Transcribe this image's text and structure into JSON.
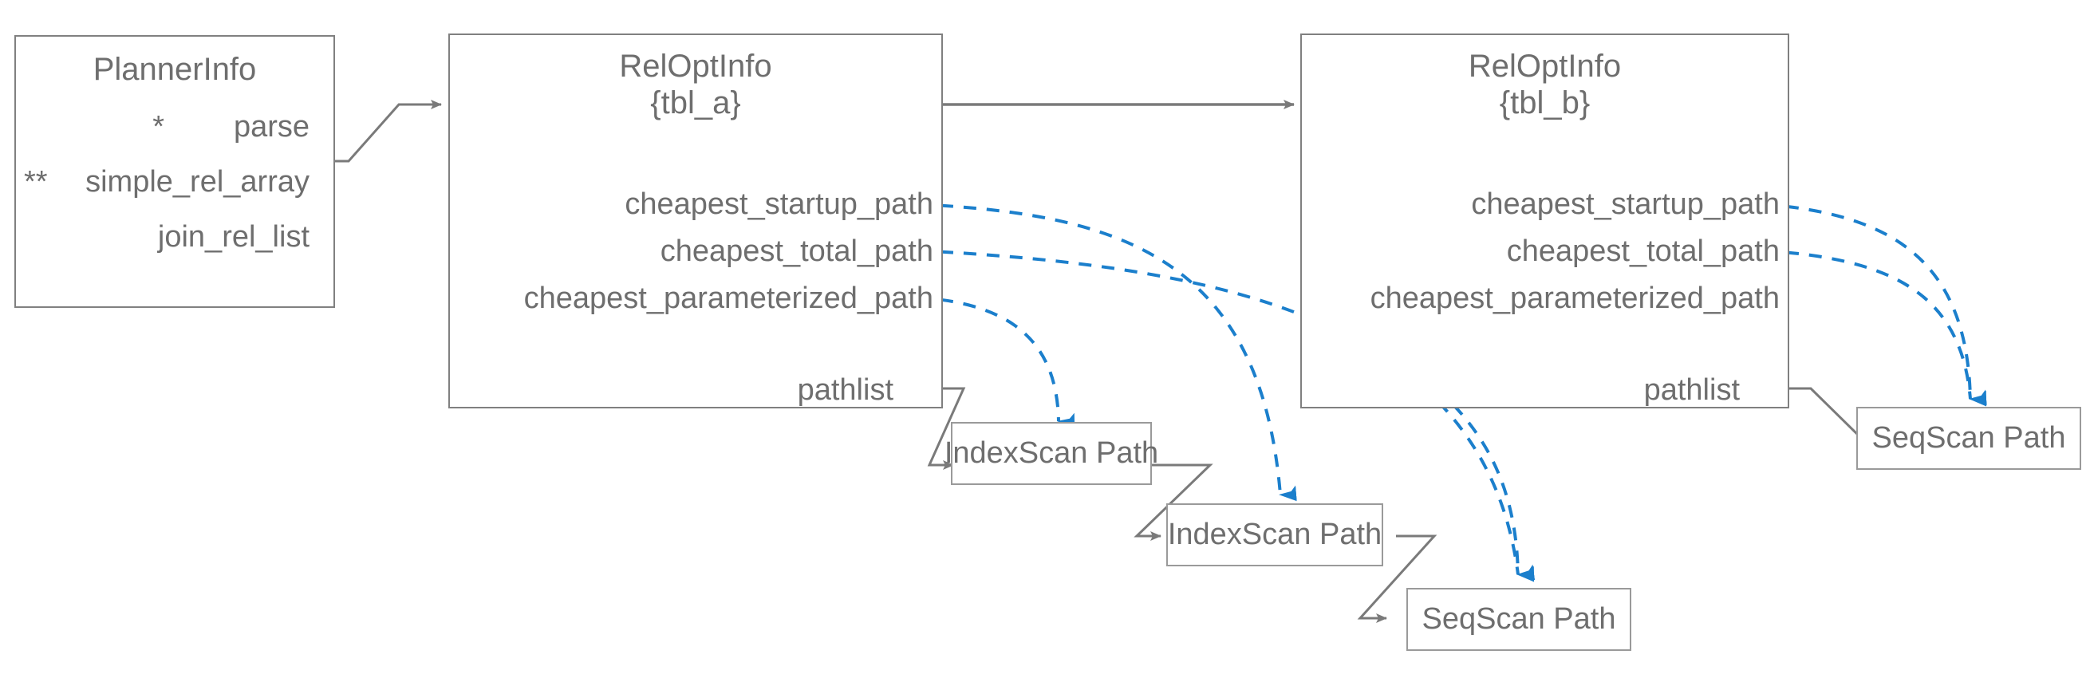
{
  "diagram": {
    "title": "PostgreSQL planner RelOptInfo / Path structures",
    "colors": {
      "box_border": "#808080",
      "path_box_border": "#9a9a9a",
      "text": "#6e6e6e",
      "solid_connector": "#7a7a7a",
      "dashed_connector": "#1b7fcc",
      "background": "#ffffff"
    }
  },
  "planner_info": {
    "title": "PlannerInfo",
    "fields": [
      {
        "prefix": "*",
        "label": "parse"
      },
      {
        "prefix": "**",
        "label": "simple_rel_array"
      },
      {
        "prefix": "",
        "label": "join_rel_list"
      }
    ]
  },
  "rel_a": {
    "title": "RelOptInfo",
    "subtitle": "{tbl_a}",
    "fields": [
      {
        "label": "cheapest_startup_path"
      },
      {
        "label": "cheapest_total_path"
      },
      {
        "label": "cheapest_parameterized_path"
      },
      {
        "label": "pathlist"
      }
    ]
  },
  "rel_b": {
    "title": "RelOptInfo",
    "subtitle": "{tbl_b}",
    "fields": [
      {
        "label": "cheapest_startup_path"
      },
      {
        "label": "cheapest_total_path"
      },
      {
        "label": "cheapest_parameterized_path"
      },
      {
        "label": "pathlist"
      }
    ]
  },
  "paths": [
    {
      "label": "IndexScan Path"
    },
    {
      "label": "IndexScan Path"
    },
    {
      "label": "SeqScan Path"
    },
    {
      "label": "SeqScan Path"
    }
  ]
}
